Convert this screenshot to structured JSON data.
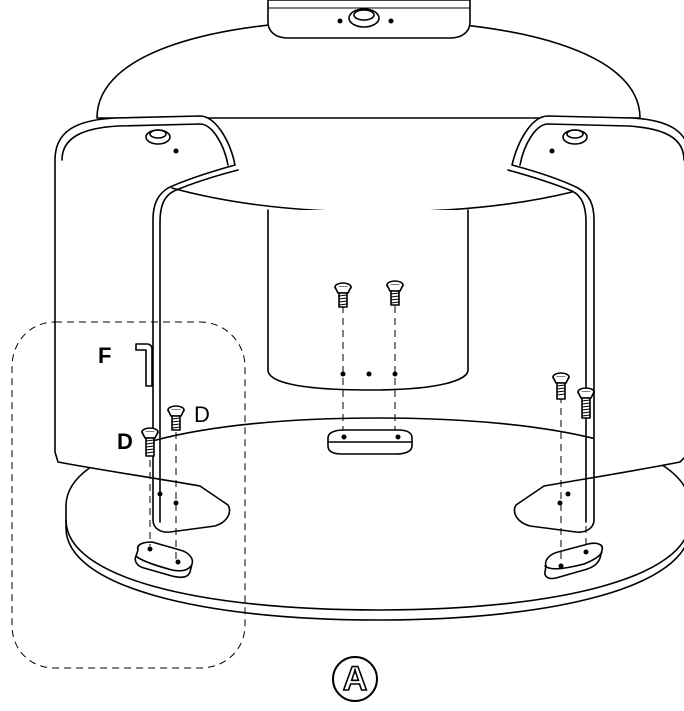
{
  "labels": {
    "part_f": "F",
    "part_d_upper": "D",
    "part_d_lower": "D",
    "step": "A"
  },
  "icons": [
    "allen-key-icon",
    "screw-icon",
    "step-marker-icon"
  ]
}
